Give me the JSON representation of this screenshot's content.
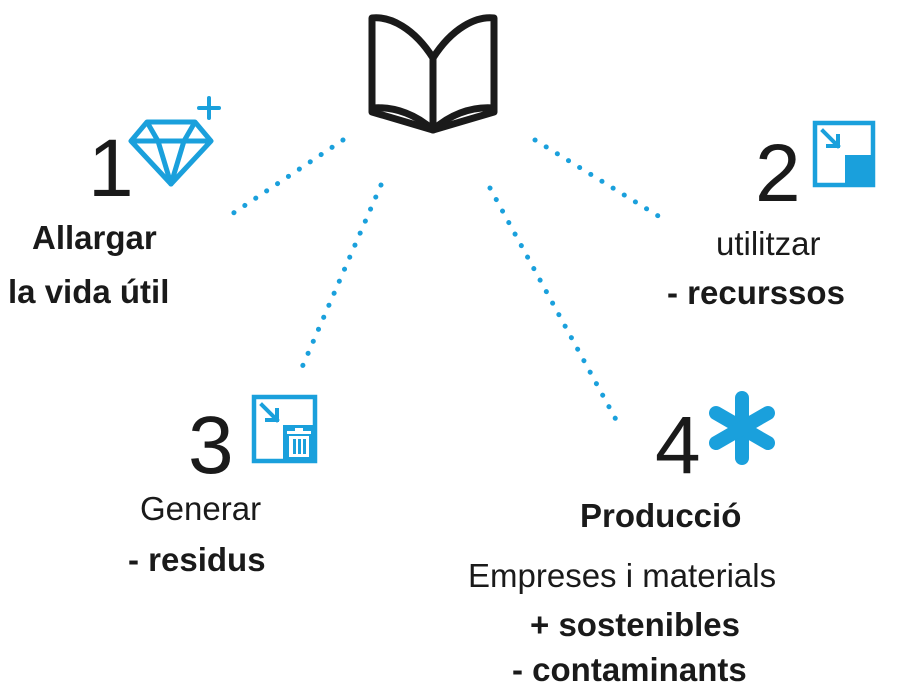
{
  "colors": {
    "accent": "#1aa0dc",
    "text": "#1a1a1a"
  },
  "center": {
    "icon": "open-book-icon"
  },
  "items": [
    {
      "number": "1",
      "icon": "diamond-plus-icon",
      "lines": [
        "Allargar",
        "la vida útil"
      ]
    },
    {
      "number": "2",
      "icon": "resize-reduce-icon",
      "lines": [
        "utilitzar",
        "- recurssos"
      ]
    },
    {
      "number": "3",
      "icon": "reduce-waste-bin-icon",
      "lines": [
        "Generar",
        "- residus"
      ]
    },
    {
      "number": "4",
      "icon": "asterisk-icon",
      "title": "Producció",
      "lines": [
        "Empreses i materials",
        "+ sostenibles",
        "- contaminants"
      ]
    }
  ]
}
